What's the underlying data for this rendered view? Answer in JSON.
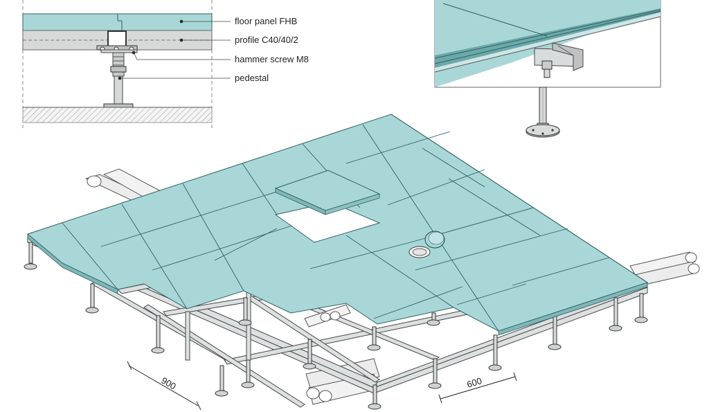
{
  "section_detail": {
    "labels": [
      {
        "id": "floor-panel",
        "text": "floor panel FHB"
      },
      {
        "id": "profile",
        "text": "profile C40/40/2"
      },
      {
        "id": "hammer-screw",
        "text": "hammer screw M8"
      },
      {
        "id": "pedestal",
        "text": "pedestal"
      }
    ]
  },
  "dimensions": {
    "depth": "900",
    "width": "600"
  },
  "colors": {
    "panel": "#a9d7d8",
    "panel_edge": "#2f5f60",
    "metal": "#d9dcdc",
    "metal_edge": "#555555",
    "hatch": "#999999"
  }
}
